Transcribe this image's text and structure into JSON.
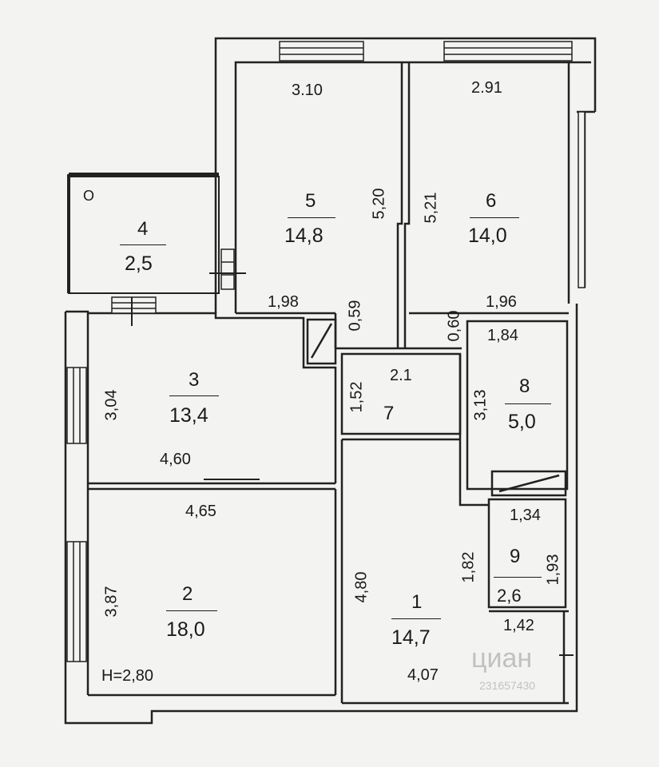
{
  "rooms": [
    {
      "id": "1",
      "number": "1",
      "area": "14,7"
    },
    {
      "id": "2",
      "number": "2",
      "area": "18,0"
    },
    {
      "id": "3",
      "number": "3",
      "area": "13,4"
    },
    {
      "id": "4",
      "number": "4",
      "area": "2,5"
    },
    {
      "id": "5",
      "number": "5",
      "area": "14,8"
    },
    {
      "id": "6",
      "number": "6",
      "area": "14,0"
    },
    {
      "id": "7",
      "number": "7",
      "area": ""
    },
    {
      "id": "8",
      "number": "8",
      "area": "5,0"
    },
    {
      "id": "9",
      "number": "9",
      "area": "2,6"
    }
  ],
  "dimensions": {
    "d1": "3.10",
    "d2": "2.91",
    "d3": "5,20",
    "d4": "5,21",
    "d5": "1,98",
    "d6": "0,59",
    "d7": "0,60",
    "d8": "1,96",
    "d9": "1,84",
    "d10": "2.1",
    "d11": "1,52",
    "d12": "3,13",
    "d13": "3,04",
    "d14": "4,60",
    "d15": "4,65",
    "d16": "3,87",
    "d17": "4,80",
    "d18": "1,34",
    "d19": "1,82",
    "d20": "1,93",
    "d21": "1,42",
    "d22": "4,07"
  },
  "height_label": "H=2,80",
  "balcony_mark": "O",
  "watermark": "циан",
  "watermark_id": "231657430"
}
